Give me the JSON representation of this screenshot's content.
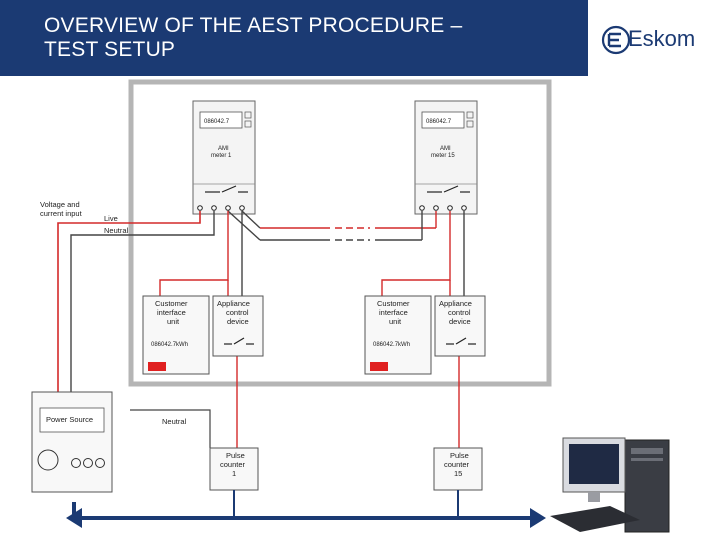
{
  "header": {
    "title_line1": "OVERVIEW OF THE AEST PROCEDURE –",
    "title_line2": "TEST SETUP",
    "logo_text": "Eskom"
  },
  "meter1": {
    "display": "086042.7",
    "label1": "AMI",
    "label2": "meter 1"
  },
  "meter2": {
    "display": "086042.7",
    "label1": "AMI",
    "label2": "meter 15"
  },
  "input_label1": "Voltage and",
  "input_label2": "current input",
  "live_label": "Live",
  "neutral_label": "Neutral",
  "neutral_label2": "Neutral",
  "ciu": {
    "line1": "Customer",
    "line2": "interface",
    "line3": "unit",
    "reading": "086042.7kWh"
  },
  "acd": {
    "line1": "Appliance",
    "line2": "control",
    "line3": "device"
  },
  "power_source": "Power Source",
  "pulse1": {
    "line1": "Pulse",
    "line2": "counter",
    "line3": "1"
  },
  "pulse2": {
    "line1": "Pulse",
    "line2": "counter",
    "line3": "15"
  }
}
